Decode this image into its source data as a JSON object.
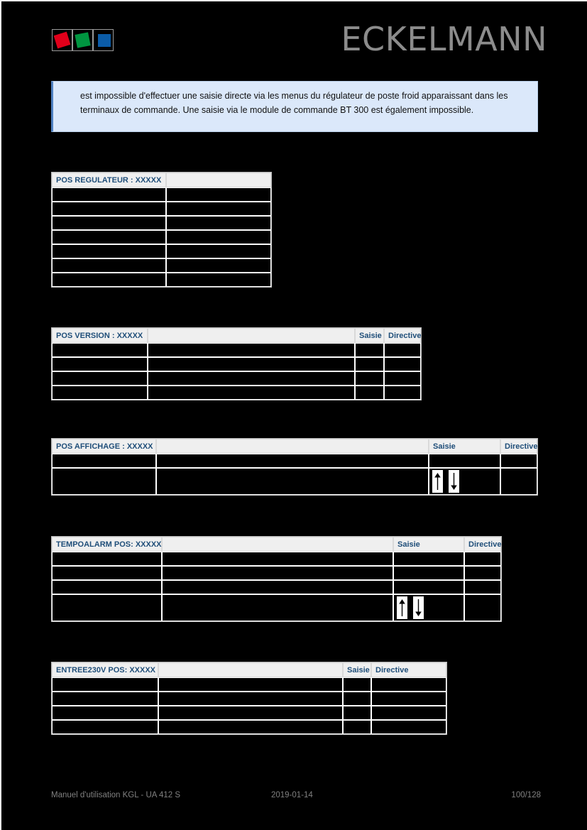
{
  "document": {
    "background_color": "#000000",
    "accent_blue": "#1f4e79",
    "info_bg": "#dbe8fa",
    "info_border": "#4f80c0"
  },
  "header": {
    "brand": "ECKELMANN",
    "logo_name": "eckelmann-logo",
    "logo_tiles": [
      {
        "name": "logo-tile-red",
        "color": "#e2001a"
      },
      {
        "name": "logo-tile-green",
        "color": "#009640"
      },
      {
        "name": "logo-tile-blue",
        "color": "#0b5ca8"
      }
    ]
  },
  "info_box": {
    "text": "est impossible d'effectuer une saisie directe via les menus du régulateur de poste froid apparaissant dans les terminaux de commande. Une saisie via le module de commande BT 300 est également impossible."
  },
  "tables": [
    {
      "id": "pos-regulateur",
      "title": "POS REGULATEUR : XXXXX",
      "columns": [
        "POS REGULATEUR : XXXXX",
        ""
      ],
      "extra_headers": [],
      "rows": [
        [
          "",
          ""
        ],
        [
          "",
          ""
        ],
        [
          "",
          ""
        ],
        [
          "",
          ""
        ],
        [
          "",
          ""
        ],
        [
          "",
          ""
        ],
        [
          "",
          ""
        ]
      ]
    },
    {
      "id": "pos-version",
      "title": "POS VERSION : XXXXX",
      "columns": [
        "POS VERSION : XXXXX",
        "",
        "Saisie",
        "Directive"
      ],
      "rows": [
        [
          "",
          "",
          "",
          ""
        ],
        [
          "",
          "",
          "",
          ""
        ],
        [
          "",
          "",
          "",
          ""
        ],
        [
          "",
          "",
          "",
          ""
        ]
      ]
    },
    {
      "id": "pos-affichage",
      "title": "POS AFFICHAGE : XXXXX",
      "columns": [
        "POS AFFICHAGE : XXXXX",
        "",
        "Saisie",
        "Directive"
      ],
      "rows": [
        [
          "",
          "",
          "",
          ""
        ],
        [
          "",
          "",
          "arrows",
          ""
        ]
      ]
    },
    {
      "id": "tempoalarm-pos",
      "title": "TEMPOALARM POS: XXXXX",
      "columns": [
        "TEMPOALARM POS: XXXXX",
        "",
        "Saisie",
        "Directive"
      ],
      "rows": [
        [
          "",
          "",
          "",
          ""
        ],
        [
          "",
          "",
          "",
          ""
        ],
        [
          "",
          "",
          "",
          ""
        ],
        [
          "",
          "",
          "arrows",
          ""
        ]
      ]
    },
    {
      "id": "entree230v-pos",
      "title": "ENTREE230V POS: XXXXX",
      "columns": [
        "ENTREE230V POS: XXXXX",
        "",
        "Saisie",
        "Directive"
      ],
      "rows": [
        [
          "",
          "",
          "",
          ""
        ],
        [
          "",
          "",
          "",
          ""
        ],
        [
          "",
          "",
          "",
          ""
        ],
        [
          "",
          "",
          "",
          ""
        ]
      ]
    }
  ],
  "icons": {
    "arrow_up": "arrow-up-icon",
    "arrow_down": "arrow-down-icon"
  },
  "footer": {
    "left": "Manuel d'utilisation KGL - UA 412 S",
    "center": "2019-01-14",
    "right": "100/128"
  }
}
